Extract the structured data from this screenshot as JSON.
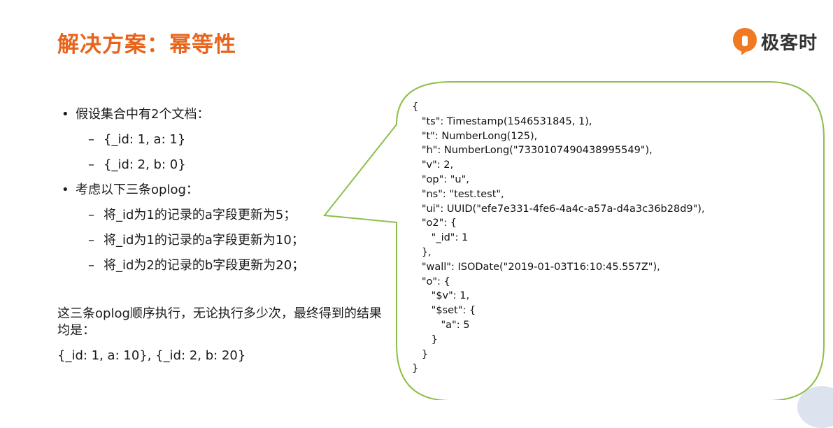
{
  "slide": {
    "title": "解决方案：幂等性",
    "brand_text": "极客时",
    "colors": {
      "title": "#e8641b",
      "brand_logo": "#f07a24",
      "bubble_border": "#8cbf4a"
    }
  },
  "left": {
    "bullets": [
      {
        "text": "假设集合中有2个文档：",
        "subitems": [
          "{_id: 1, a: 1}",
          "{_id: 2, b: 0}"
        ]
      },
      {
        "text": "考虑以下三条oplog：",
        "subitems": [
          "将_id为1的记录的a字段更新为5；",
          "将_id为1的记录的a字段更新为10；",
          "将_id为2的记录的b字段更新为20；"
        ]
      }
    ],
    "bullet_mark": "•",
    "sub_mark": "–",
    "summary": "这三条oplog顺序执行，无论执行多少次，最终得到的结果均是：",
    "result": "{_id: 1,  a: 10}, {_id: 2, b: 20}"
  },
  "code_lines": [
    "{",
    "   \"ts\": Timestamp(1546531845, 1),",
    "   \"t\": NumberLong(125),",
    "   \"h\": NumberLong(\"7330107490438995549\"),",
    "   \"v\": 2,",
    "   \"op\": \"u\",",
    "   \"ns\": \"test.test\",",
    "   \"ui\": UUID(\"efe7e331-4fe6-4a4c-a57a-d4a3c36b28d9\"),",
    "   \"o2\": {",
    "      \"_id\": 1",
    "   },",
    "   \"wall\": ISODate(\"2019-01-03T16:10:45.557Z\"),",
    "   \"o\": {",
    "      \"$v\": 1,",
    "      \"$set\": {",
    "         \"a\": 5",
    "      }",
    "   }",
    "}"
  ]
}
